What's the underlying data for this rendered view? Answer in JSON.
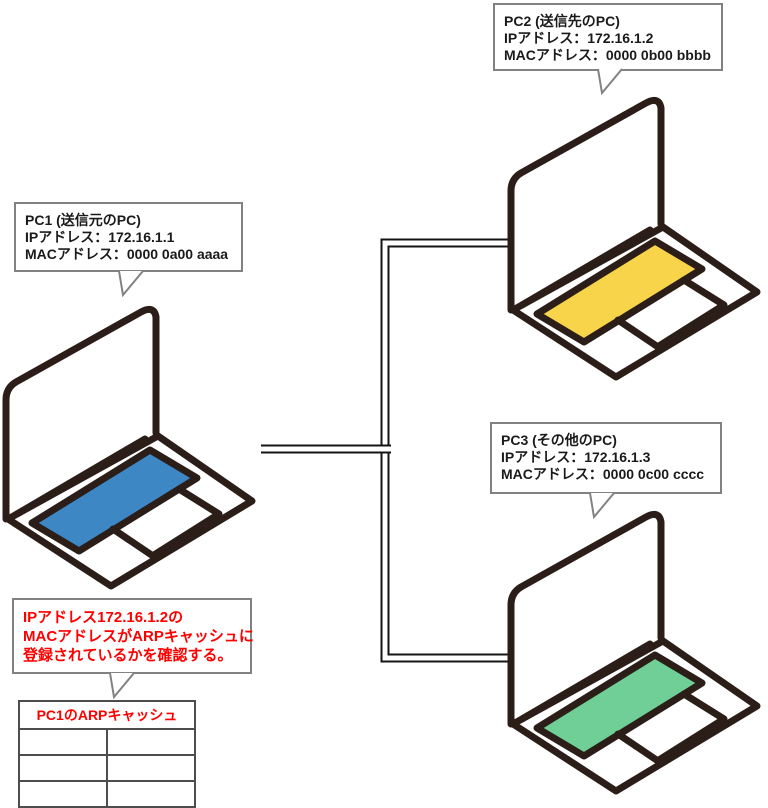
{
  "diagram_title": "ARP network diagram (PC1, PC2, PC3 on a shared segment)",
  "pcs": [
    {
      "id": "pc1",
      "lines": [
        "PC1 (送信元のPC)",
        "IPアドレス：172.16.1.1",
        "MACアドレス：0000 0a00 aaaa"
      ],
      "keyboard_color": "#3d87c5"
    },
    {
      "id": "pc2",
      "lines": [
        "PC2 (送信先のPC)",
        "IPアドレス：172.16.1.2",
        "MACアドレス：0000 0b00 bbbb"
      ],
      "keyboard_color": "#f8d44a"
    },
    {
      "id": "pc3",
      "lines": [
        "PC3 (その他のPC)",
        "IPアドレス：172.16.1.3",
        "MACアドレス：0000 0c00 cccc"
      ],
      "keyboard_color": "#6fcf96"
    }
  ],
  "note": {
    "lines": [
      "IPアドレス172.16.1.2の",
      "MACアドレスがARPキャッシュに",
      "登録されているかを確認する。"
    ],
    "text_color": "#ff0000"
  },
  "arp_table": {
    "title": "PC1のARPキャッシュ",
    "title_color": "#ff0000",
    "columns": 2,
    "empty_rows": 3
  },
  "colors": {
    "laptop_outline": "#2b1d17",
    "cable": "#141414",
    "bubble_border": "#828282"
  }
}
